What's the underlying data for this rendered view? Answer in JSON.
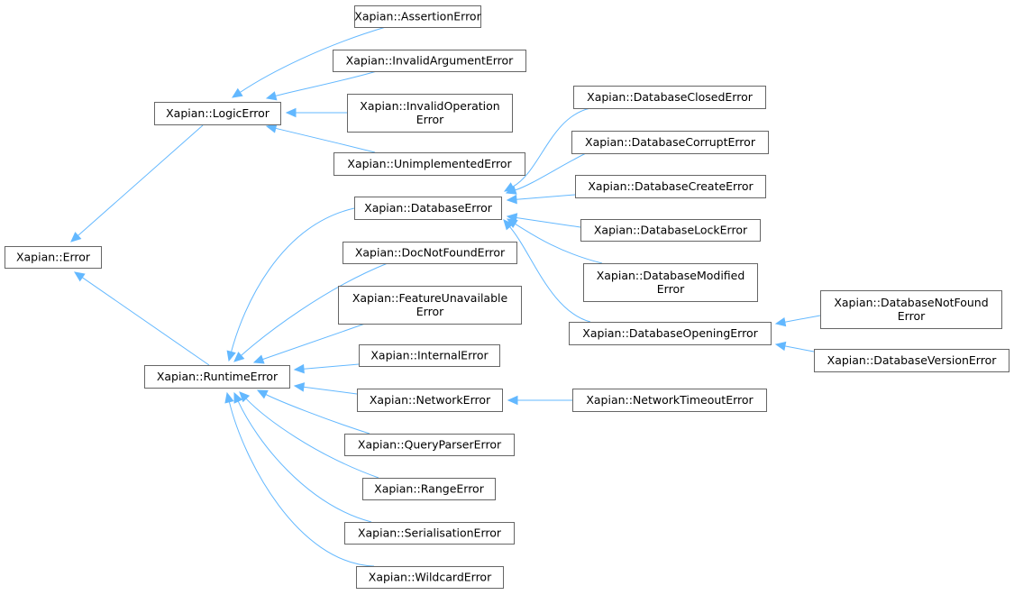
{
  "diagram": {
    "nodes": {
      "error": {
        "lines": [
          "Xapian::Error"
        ]
      },
      "logic_error": {
        "lines": [
          "Xapian::LogicError"
        ]
      },
      "runtime_error": {
        "lines": [
          "Xapian::RuntimeError"
        ]
      },
      "assertion_error": {
        "lines": [
          "Xapian::AssertionError"
        ]
      },
      "invalid_argument_error": {
        "lines": [
          "Xapian::InvalidArgumentError"
        ]
      },
      "invalid_operation_error": {
        "lines": [
          "Xapian::InvalidOperation",
          "Error"
        ]
      },
      "unimplemented_error": {
        "lines": [
          "Xapian::UnimplementedError"
        ]
      },
      "database_error": {
        "lines": [
          "Xapian::DatabaseError"
        ]
      },
      "doc_not_found_error": {
        "lines": [
          "Xapian::DocNotFoundError"
        ]
      },
      "feature_unavailable_error": {
        "lines": [
          "Xapian::FeatureUnavailable",
          "Error"
        ]
      },
      "internal_error": {
        "lines": [
          "Xapian::InternalError"
        ]
      },
      "network_error": {
        "lines": [
          "Xapian::NetworkError"
        ]
      },
      "query_parser_error": {
        "lines": [
          "Xapian::QueryParserError"
        ]
      },
      "range_error": {
        "lines": [
          "Xapian::RangeError"
        ]
      },
      "serialisation_error": {
        "lines": [
          "Xapian::SerialisationError"
        ]
      },
      "wildcard_error": {
        "lines": [
          "Xapian::WildcardError"
        ]
      },
      "database_closed_error": {
        "lines": [
          "Xapian::DatabaseClosedError"
        ]
      },
      "database_corrupt_error": {
        "lines": [
          "Xapian::DatabaseCorruptError"
        ]
      },
      "database_create_error": {
        "lines": [
          "Xapian::DatabaseCreateError"
        ]
      },
      "database_lock_error": {
        "lines": [
          "Xapian::DatabaseLockError"
        ]
      },
      "database_modified_error": {
        "lines": [
          "Xapian::DatabaseModified",
          "Error"
        ]
      },
      "database_opening_error": {
        "lines": [
          "Xapian::DatabaseOpeningError"
        ]
      },
      "network_timeout_error": {
        "lines": [
          "Xapian::NetworkTimeoutError"
        ]
      },
      "database_not_found_error": {
        "lines": [
          "Xapian::DatabaseNotFound",
          "Error"
        ]
      },
      "database_version_error": {
        "lines": [
          "Xapian::DatabaseVersionError"
        ]
      }
    },
    "edges": [
      {
        "child": "logic_error",
        "parent": "error"
      },
      {
        "child": "runtime_error",
        "parent": "error"
      },
      {
        "child": "assertion_error",
        "parent": "logic_error"
      },
      {
        "child": "invalid_argument_error",
        "parent": "logic_error"
      },
      {
        "child": "invalid_operation_error",
        "parent": "logic_error"
      },
      {
        "child": "unimplemented_error",
        "parent": "logic_error"
      },
      {
        "child": "database_error",
        "parent": "runtime_error"
      },
      {
        "child": "doc_not_found_error",
        "parent": "runtime_error"
      },
      {
        "child": "feature_unavailable_error",
        "parent": "runtime_error"
      },
      {
        "child": "internal_error",
        "parent": "runtime_error"
      },
      {
        "child": "network_error",
        "parent": "runtime_error"
      },
      {
        "child": "query_parser_error",
        "parent": "runtime_error"
      },
      {
        "child": "range_error",
        "parent": "runtime_error"
      },
      {
        "child": "serialisation_error",
        "parent": "runtime_error"
      },
      {
        "child": "wildcard_error",
        "parent": "runtime_error"
      },
      {
        "child": "database_closed_error",
        "parent": "database_error"
      },
      {
        "child": "database_corrupt_error",
        "parent": "database_error"
      },
      {
        "child": "database_create_error",
        "parent": "database_error"
      },
      {
        "child": "database_lock_error",
        "parent": "database_error"
      },
      {
        "child": "database_modified_error",
        "parent": "database_error"
      },
      {
        "child": "database_opening_error",
        "parent": "database_error"
      },
      {
        "child": "network_timeout_error",
        "parent": "network_error"
      },
      {
        "child": "database_not_found_error",
        "parent": "database_opening_error"
      },
      {
        "child": "database_version_error",
        "parent": "database_opening_error"
      }
    ],
    "colors": {
      "edge": "#63b8ff",
      "node_border": "#666666",
      "node_fill": "#ffffff",
      "text": "#000000"
    }
  }
}
